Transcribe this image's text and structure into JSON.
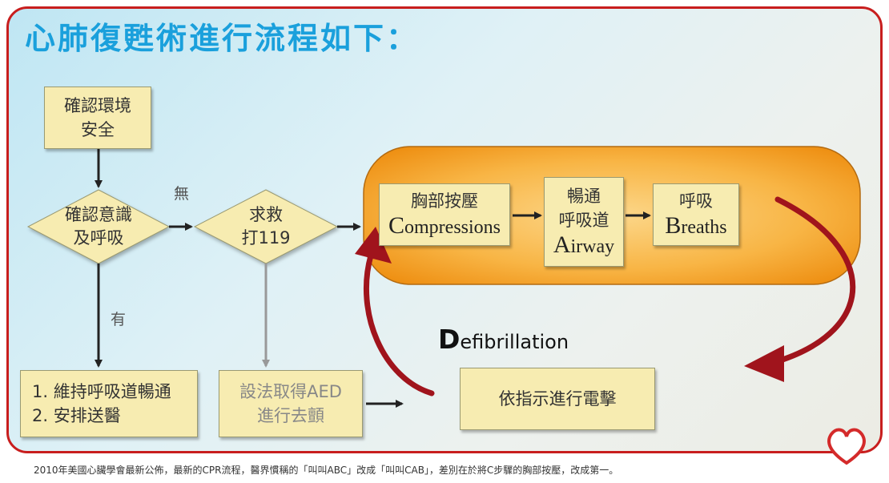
{
  "title": "心肺復甦術進行流程如下：",
  "nodes": {
    "confirm_env": {
      "line1": "確認環境",
      "line2": "安全"
    },
    "check_consciousness": {
      "line1": "確認意識",
      "line2": "及呼吸"
    },
    "call_help": {
      "line1": "求救",
      "line2": "打119"
    },
    "maintain": {
      "line1": "1. 維持呼吸道暢通",
      "line2": "2. 安排送醫"
    },
    "get_aed": {
      "line1": "設法取得AED",
      "line2": "進行去顫"
    },
    "compressions": {
      "line1": "胸部按壓",
      "cap": "C",
      "rest": "ompressions"
    },
    "airway": {
      "line1": "暢通",
      "line2": "呼吸道",
      "cap": "A",
      "rest": "irway"
    },
    "breaths": {
      "line1": "呼吸",
      "cap": "B",
      "rest": "reaths"
    },
    "shock": {
      "label": "依指示進行電擊"
    }
  },
  "edge_labels": {
    "no": "無",
    "yes": "有"
  },
  "defib": {
    "cap": "D",
    "rest": "efibrillation"
  },
  "footnote": "2010年美國心臟學會最新公佈，最新的CPR流程，醫界慣稱的「叫叫ABC」改成「叫叫CAB」，差別在於將C步驟的胸部按壓，改成第一。",
  "colors": {
    "frame": "#c81e1e",
    "title": "#1aa0dc",
    "box": "#f7ecb1",
    "capsule": "#f6a21e",
    "loop_arrow": "#a0141c"
  }
}
